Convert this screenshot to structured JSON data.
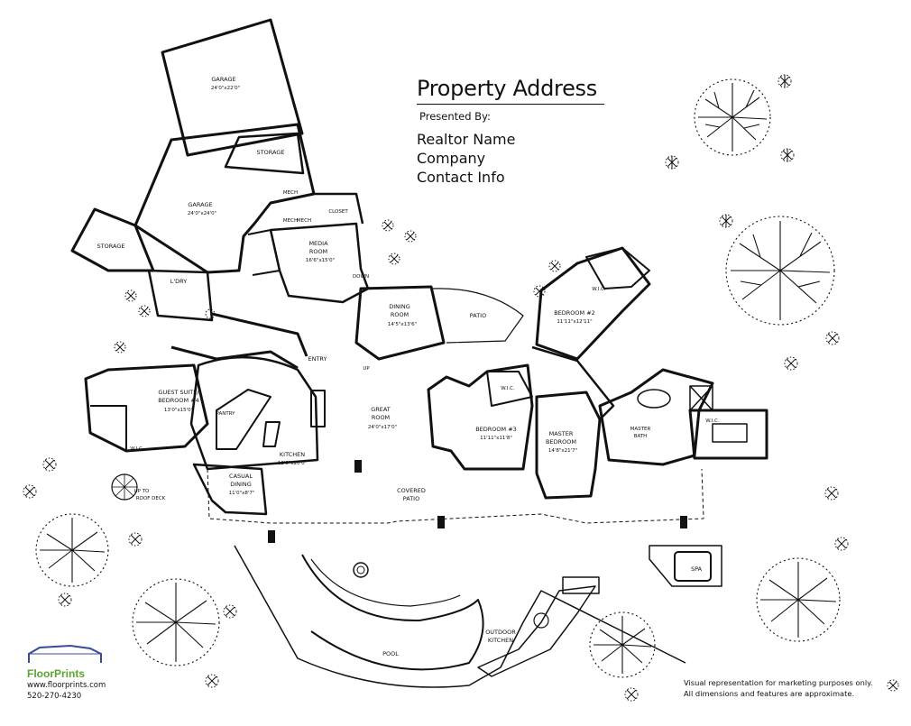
{
  "header": {
    "title": "Property Address",
    "presented_by": "Presented By:",
    "realtor_name": "Realtor Name",
    "company": "Company",
    "contact_info": "Contact Info"
  },
  "rooms": {
    "garage_top": {
      "name": "GARAGE",
      "size": "24'0\"x22'0\""
    },
    "garage_main": {
      "name": "GARAGE",
      "size": "24'0\"x24'0\""
    },
    "storage_top": "STORAGE",
    "storage_left": "STORAGE",
    "closet": "CLOSET",
    "mech1": "MECH",
    "mech2": "MECH",
    "media_room": {
      "name1": "MEDIA",
      "name2": "ROOM",
      "size": "16'6\"x15'0\""
    },
    "down": "DOWN",
    "laundry": "L'DRY",
    "dining_room": {
      "name1": "DINING",
      "name2": "ROOM",
      "size": "14'5\"x13'6\""
    },
    "patio": "PATIO",
    "bedroom2": {
      "name": "BEDROOM #2",
      "size": "11'11\"x12'11\"",
      "wic": "W.I.C."
    },
    "entry": "ENTRY",
    "up_small": "UP",
    "guest_suite": {
      "name1": "GUEST SUITE/",
      "name2": "BEDROOM #4",
      "size": "13'0\"x15'0\"",
      "wic": "W.I.C."
    },
    "pantry": "PANTRY",
    "great_room": {
      "name1": "GREAT",
      "name2": "ROOM",
      "size": "24'0\"x17'0\""
    },
    "bedroom3": {
      "name": "BEDROOM #3",
      "size": "11'11\"x11'8\"",
      "wic": "W.I.C."
    },
    "master_bedroom": {
      "name1": "MASTER",
      "name2": "BEDROOM",
      "size": "14'8\"x21'7\""
    },
    "master_bath": {
      "name1": "MASTER",
      "name2": "BATH",
      "wic": "W.I.C."
    },
    "kitchen": {
      "name": "KITCHEN",
      "size": "18'0\"x20'0\""
    },
    "casual_dining": {
      "name1": "CASUAL",
      "name2": "DINING",
      "size": "11'0\"x8'7\""
    },
    "roof_deck": {
      "line1": "UP TO",
      "line2": "ROOF DECK"
    },
    "covered_patio": {
      "name1": "COVERED",
      "name2": "PATIO"
    },
    "spa": "SPA",
    "pool": "POOL",
    "outdoor_kitchen": {
      "name1": "OUTDOOR",
      "name2": "KITCHEN"
    }
  },
  "logo": {
    "brand": "FloorPrints",
    "website": "www.floorprints.com",
    "phone": "520-270-4230",
    "brand_color": "#5aa52d",
    "mark_color": "#3a4a9a"
  },
  "disclaimer": {
    "line1": "Visual representation for marketing purposes only.",
    "line2": "All dimensions and features are approximate."
  }
}
